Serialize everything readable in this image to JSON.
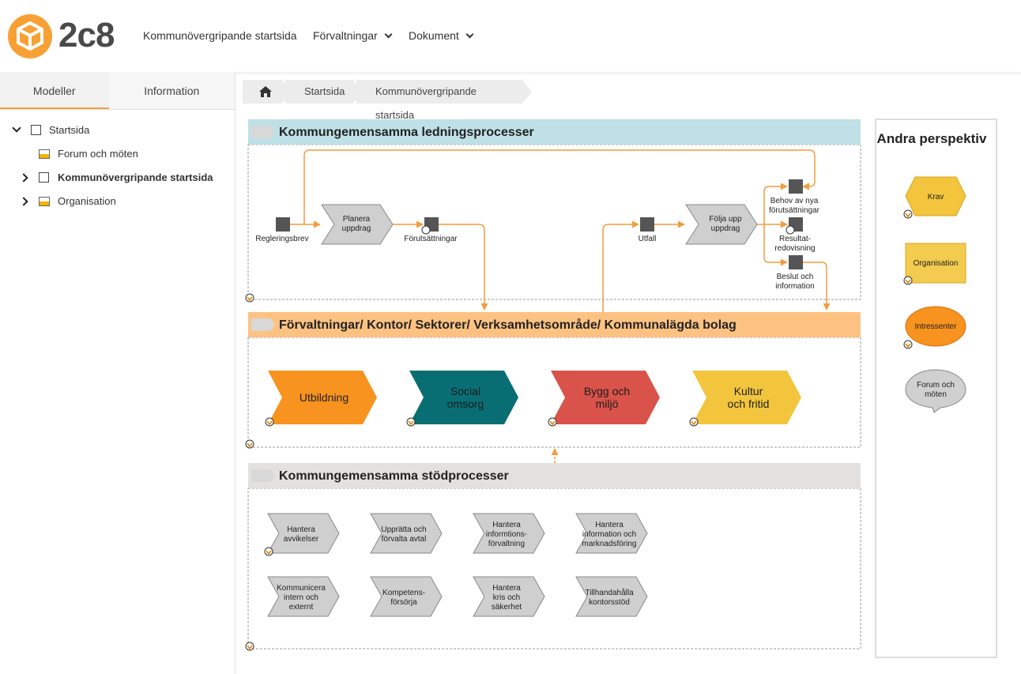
{
  "header": {
    "logo_text": "2c8",
    "nav": [
      {
        "label": "Kommunövergripande startsida"
      },
      {
        "label": "Förvaltningar"
      },
      {
        "label": "Dokument"
      }
    ]
  },
  "sidebar": {
    "tabs": [
      "Modeller",
      "Information"
    ],
    "tree": [
      {
        "label": "Startsida"
      },
      {
        "label": "Forum och möten"
      },
      {
        "label": "Kommunövergripande startsida"
      },
      {
        "label": "Organisation"
      }
    ]
  },
  "breadcrumb": [
    "Startsida",
    "Kommunövergripande startsida"
  ],
  "lanes": {
    "ledning": "Kommungemensamma ledningsprocesser",
    "forvaltning": "Förvaltningar/ Kontor/ Sektorer/ Verksamhetsområde/ Kommunalägda bolag",
    "stod": "Kommungemensamma stödprocesser"
  },
  "ledning": {
    "regleringsbrev": "Regleringsbrev",
    "planera": [
      "Planera",
      "uppdrag"
    ],
    "forutsattningar": "Förutsättningar",
    "utfall": "Utfall",
    "folja": [
      "Följa upp",
      "uppdrag"
    ],
    "behov": [
      "Behov av nya",
      "förutsättningar"
    ],
    "resultat": [
      "Resultat-",
      "redovisning"
    ],
    "beslut": [
      "Beslut och",
      "information"
    ]
  },
  "forvaltningar": [
    {
      "lines": [
        "Utbildning"
      ],
      "color": "#f7931e"
    },
    {
      "lines": [
        "Social",
        "omsorg"
      ],
      "color": "#086e74"
    },
    {
      "lines": [
        "Bygg och",
        "miljö"
      ],
      "color": "#d9534a"
    },
    {
      "lines": [
        "Kultur",
        "och fritid"
      ],
      "color": "#f2c53d"
    }
  ],
  "stod": [
    [
      "Hantera",
      "avvikelser"
    ],
    [
      "Upprätta och",
      "förvalta avtal"
    ],
    [
      "Hantera",
      "informtions-",
      "förvaltning"
    ],
    [
      "Hantera",
      "information och",
      "marknadsföring"
    ],
    [
      "Kommunicera",
      "intern och",
      "externt"
    ],
    [
      "Kompetens-",
      "försörja"
    ],
    [
      "Hantera",
      "kris och",
      "säkerhet"
    ],
    [
      "Tillhandahålla",
      "kontorsstöd"
    ]
  ],
  "perspektiv": {
    "title": "Andra perspektiv",
    "krav": "Krav",
    "organisation": "Organisation",
    "intressenter": "Intressenter",
    "forum": [
      "Forum och",
      "möten"
    ]
  },
  "colors": {
    "accent": "#f7a135",
    "arrow": "#f39c3c",
    "lane_ledning": "#bfe0e6",
    "lane_forvaltning": "#fdc282",
    "lane_stod": "#e3e1de",
    "gray_shape": "#cfcfcf",
    "krav": "#f2c53d",
    "org": "#f3cb4e",
    "intressenter": "#f7931e"
  }
}
